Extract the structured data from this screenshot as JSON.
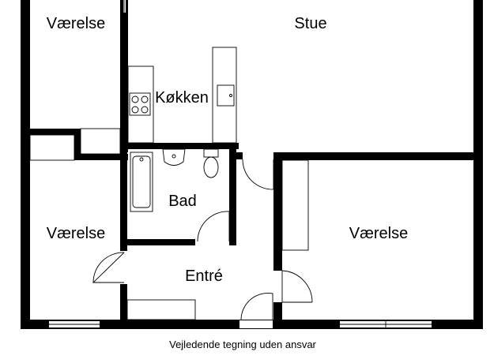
{
  "rooms": {
    "vaerelse_top_left": "Værelse",
    "stue": "Stue",
    "kokken": "Køkken",
    "bad": "Bad",
    "vaerelse_left": "Værelse",
    "entre": "Entré",
    "vaerelse_right": "Værelse"
  },
  "caption": "Vejledende tegning uden ansvar"
}
